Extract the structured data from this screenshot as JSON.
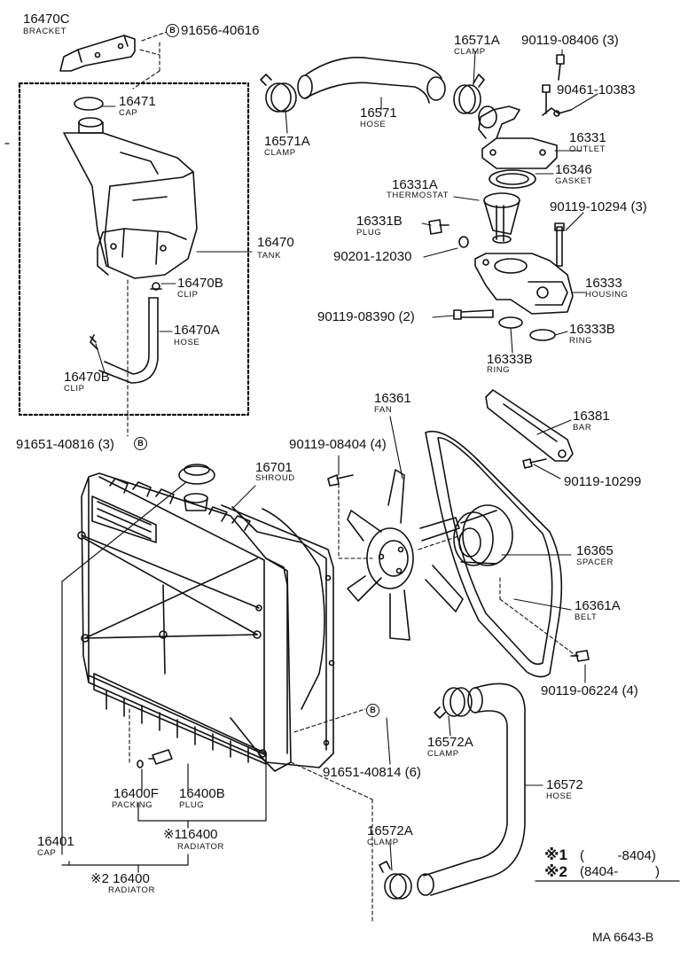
{
  "ref_code": "MA 6643-B",
  "bubble_letter": "B",
  "legend": [
    {
      "mark": "※1",
      "range": "(         -8404)"
    },
    {
      "mark": "※2",
      "range": "(8404-          )"
    }
  ],
  "parts": {
    "bracket": {
      "pn": "16470C",
      "name": "BRACKET"
    },
    "bolt_91656": {
      "pn": "91656-40616"
    },
    "cap_16471": {
      "pn": "16471",
      "name": "CAP"
    },
    "tank": {
      "pn": "16470",
      "name": "TANK"
    },
    "clip_16470b_top": {
      "pn": "16470B",
      "name": "CLIP"
    },
    "hose_16470a": {
      "pn": "16470A",
      "name": "HOSE"
    },
    "clip_16470b_bottom": {
      "pn": "16470B",
      "name": "CLIP"
    },
    "screw_91651_40816": {
      "pn": "91651-40816 (3)"
    },
    "clamp_16571a_top": {
      "pn": "16571A",
      "name": "CLAMP"
    },
    "clamp_16571a_left": {
      "pn": "16571A",
      "name": "CLAMP"
    },
    "hose_16571": {
      "pn": "16571",
      "name": "HOSE"
    },
    "bolt_90119_08406": {
      "pn": "90119-08406 (3)"
    },
    "bracket_90461": {
      "pn": "90461-10383"
    },
    "outlet": {
      "pn": "16331",
      "name": "OUTLET"
    },
    "gasket": {
      "pn": "16346",
      "name": "GASKET"
    },
    "thermostat": {
      "pn": "16331A",
      "name": "THERMOSTAT"
    },
    "bolt_90119_10294": {
      "pn": "90119-10294 (3)"
    },
    "plug_16331b": {
      "pn": "16331B",
      "name": "PLUG"
    },
    "washer_90201": {
      "pn": "90201-12030"
    },
    "housing": {
      "pn": "16333",
      "name": "HOUSING"
    },
    "bolt_90119_08390": {
      "pn": "90119-08390 (2)"
    },
    "ring_right": {
      "pn": "16333B",
      "name": "RING"
    },
    "ring_left": {
      "pn": "16333B",
      "name": "RING"
    },
    "fan": {
      "pn": "16361",
      "name": "FAN"
    },
    "bar": {
      "pn": "16381",
      "name": "BAR"
    },
    "bolt_90119_08404": {
      "pn": "90119-08404 (4)"
    },
    "bolt_90119_10299": {
      "pn": "90119-10299"
    },
    "shroud": {
      "pn": "16701",
      "name": "SHROUD"
    },
    "spacer": {
      "pn": "16365",
      "name": "SPACER"
    },
    "belt": {
      "pn": "16361A",
      "name": "BELT"
    },
    "bolt_90119_06224": {
      "pn": "90119-06224 (4)"
    },
    "clamp_16572a_mid": {
      "pn": "16572A",
      "name": "CLAMP"
    },
    "screw_91651_40814": {
      "pn": "91651-40814 (6)"
    },
    "hose_16572": {
      "pn": "16572",
      "name": "HOSE"
    },
    "packing": {
      "pn": "16400F",
      "name": "PACKING"
    },
    "plug_16400b": {
      "pn": "16400B",
      "name": "PLUG"
    },
    "cap_16401": {
      "pn": "16401",
      "name": "CAP"
    },
    "radiator_1": {
      "pn": "※116400",
      "name": "RADIATOR"
    },
    "radiator_2": {
      "pn": "※2 16400",
      "name": "RADIATOR"
    },
    "clamp_16572a_bottom": {
      "pn": "16572A",
      "name": "CLAMP"
    }
  }
}
